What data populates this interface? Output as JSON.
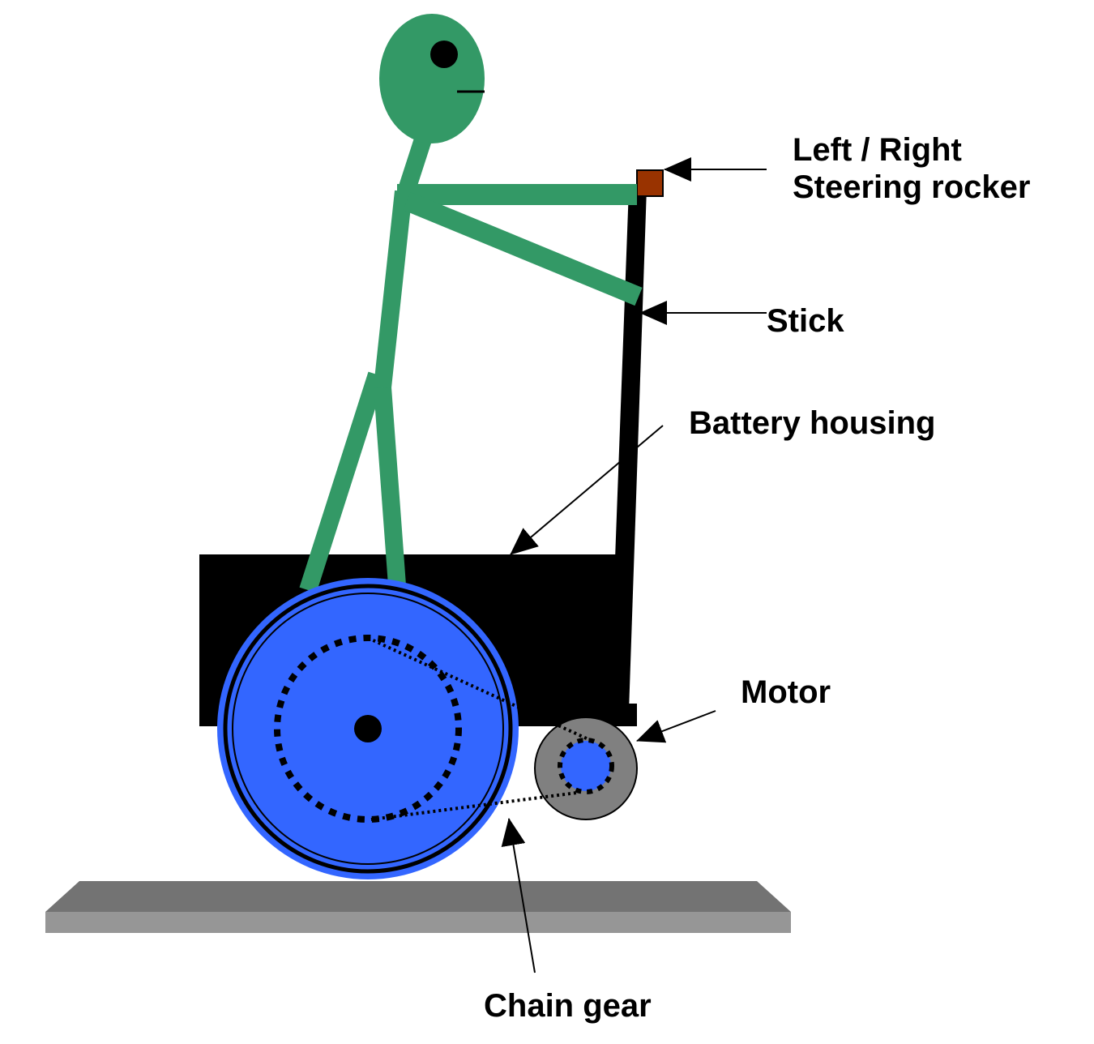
{
  "labels": {
    "steering_line1": "Left / Right",
    "steering_line2": "Steering rocker",
    "stick": "Stick",
    "battery_housing": "Battery housing",
    "motor": "Motor",
    "chain_gear": "Chain gear"
  },
  "colors": {
    "rider": "#339966",
    "wheel": "#3366ff",
    "chassis": "#000000",
    "rocker": "#993300",
    "motor": "#808080",
    "ground_top": "#737373",
    "ground_front": "#969696"
  }
}
